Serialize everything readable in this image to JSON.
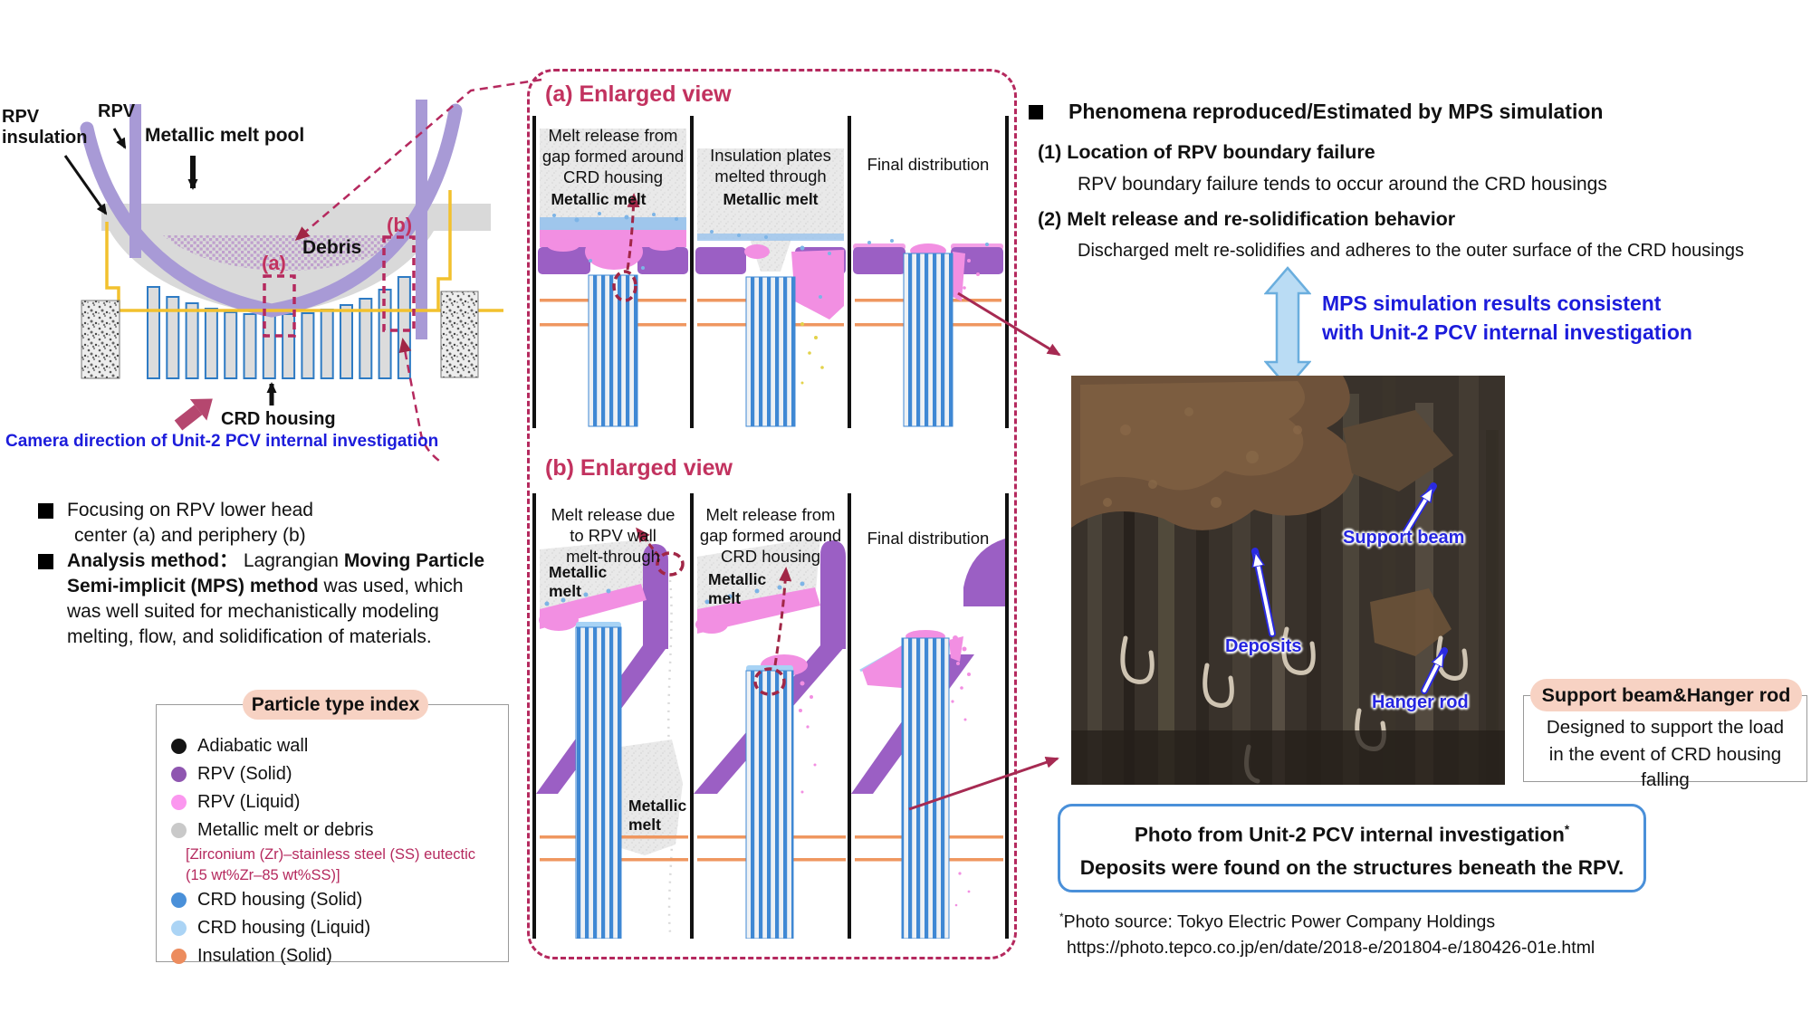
{
  "colors": {
    "accent_crimson": "#b5295e",
    "arrow_crimson": "#a62a52",
    "camera_arrow_pink": "#b5476f",
    "blue_text": "#1c1cdb",
    "photo_label_blue": "#2525e0",
    "rpv_solid": "#9b5fc4",
    "rpv_wall_schematic": "#a89ad6",
    "rpv_liquid_pink": "#f28fe2",
    "metallic_melt_gray": "#e6e6e6",
    "crd_solid_blue": "#3f88d4",
    "crd_liquid_blue": "#a8d3f5",
    "insulation_orange": "#ef9760",
    "insulation_yellow_schematic": "#f2c12e",
    "legend_pill_bg": "#f7d2c3",
    "photo_box_border": "#4a90d9"
  },
  "schematic": {
    "rpv": "RPV",
    "rpv_insulation": "RPV insulation",
    "melt_pool": "Metallic melt pool",
    "debris": "Debris",
    "a": "(a)",
    "b": "(b)",
    "crd_housing": "CRD housing",
    "camera_direction": "Camera direction of Unit-2 PCV internal investigation"
  },
  "notes": {
    "focus_l1": "Focusing on RPV lower head",
    "focus_l2": "center (a) and periphery (b)",
    "analysis_l1a": "Analysis method：",
    "analysis_l1b": " Lagrangian ",
    "analysis_l1c": "Moving Particle",
    "analysis_l2a": "Semi-implicit (MPS) method",
    "analysis_l2b": " was used, which",
    "analysis_l3": "was well suited for mechanistically modeling",
    "analysis_l4": "melting, flow, and solidification of materials."
  },
  "legend": {
    "title": "Particle type index",
    "items": [
      {
        "label": "Adiabatic wall",
        "color": "#141414"
      },
      {
        "label": "RPV (Solid)",
        "color": "#8f56b0"
      },
      {
        "label": "RPV (Liquid)",
        "color": "#fb97ef"
      },
      {
        "label": "Metallic melt or debris",
        "color": "#c9c9c9"
      },
      {
        "label": "CRD housing (Solid)",
        "color": "#4a90d9"
      },
      {
        "label": "CRD housing (Liquid)",
        "color": "#abd4f5"
      },
      {
        "label": "Insulation (Solid)",
        "color": "#ec8c5e"
      }
    ],
    "melt_note_l1": "[Zirconium (Zr)–stainless steel (SS) eutectic",
    "melt_note_l2": "(15 wt%Zr–85 wt%SS)]"
  },
  "enlarged_a": {
    "title": "(a) Enlarged view",
    "p1": {
      "c1": "Melt release from",
      "c2": "gap formed around",
      "c3": "CRD housing",
      "melt": "Metallic melt"
    },
    "p2": {
      "c1": "Insulation plates",
      "c2": "melted through",
      "melt": "Metallic melt"
    },
    "p3": {
      "c1": "Final distribution"
    }
  },
  "enlarged_b": {
    "title": "(b) Enlarged view",
    "p1": {
      "c1": "Melt release due",
      "c2": "to RPV wall",
      "c3": "melt-through",
      "melt1": "Metallic",
      "melt2": "melt",
      "bottom1": "Metallic",
      "bottom2": "melt"
    },
    "p2": {
      "c1": "Melt release from",
      "c2": "gap formed around",
      "c3": "CRD housing",
      "melt1": "Metallic",
      "melt2": "melt"
    },
    "p3": {
      "c1": "Final distribution"
    }
  },
  "phenomena": {
    "title": "Phenomena reproduced/Estimated by MPS simulation",
    "item1_title": "(1) Location of RPV boundary failure",
    "item1_body": "RPV boundary failure tends to occur around the CRD housings",
    "item2_title": "(2) Melt release and re-solidification behavior",
    "item2_body": "Discharged melt re-solidifies and adheres to the outer surface of the CRD housings",
    "consistent_l1": "MPS simulation results consistent",
    "consistent_l2": "with Unit-2 PCV internal investigation"
  },
  "photo": {
    "label_support_beam": "Support beam",
    "label_deposits": "Deposits",
    "label_hanger_rod": "Hanger rod"
  },
  "support_box": {
    "title": "Support beam&Hanger rod",
    "body_l1": "Designed to support the load",
    "body_l2": "in the event of CRD housing falling"
  },
  "photo_caption": {
    "line1": "Photo from Unit-2 PCV internal investigation",
    "asterisk": "*",
    "line2": "Deposits were found on the structures beneath the RPV."
  },
  "footnote": {
    "asterisk": "*",
    "line1": "Photo source: Tokyo Electric Power Company Holdings",
    "line2": "https://photo.tepco.co.jp/en/date/2018-e/201804-e/180426-01e.html"
  }
}
